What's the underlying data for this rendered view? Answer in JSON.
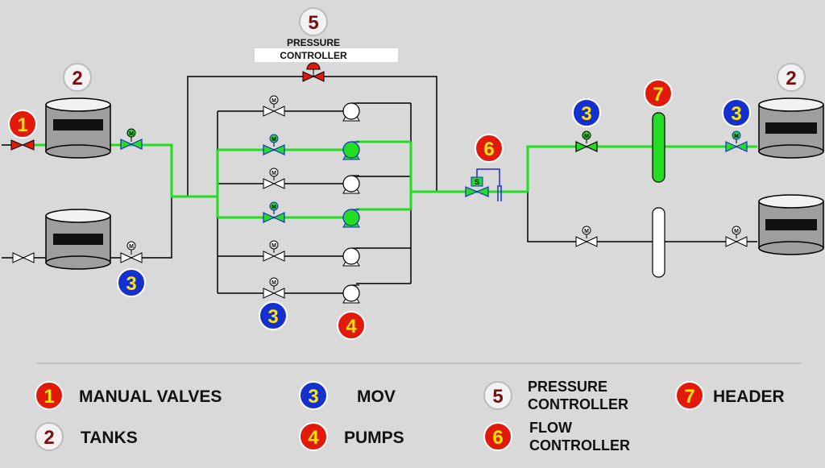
{
  "colors": {
    "background": "#d9d9d9",
    "active_line": "#22dd22",
    "inactive_line": "#000000",
    "manual_valve_badge": "#e11a0c",
    "tank_badge": "#f2f2f2",
    "mov_badge": "#1530d0",
    "pump_badge": "#e11a0c",
    "pressure_controller_badge": "#f2f2f2",
    "flow_controller_badge": "#e11a0c",
    "header_badge": "#e11a0c",
    "badge_number_yellow": "#ffe600",
    "badge_number_dark": "#7a1010"
  },
  "diagram": {
    "pressure_controller_label_line1": "PRESSURE",
    "pressure_controller_label_line2": "CONTROLLER",
    "badges": {
      "manual_valve": "1",
      "tank_left": "2",
      "tank_right": "2",
      "mov_left_bottom": "3",
      "mov_middle_bottom": "3",
      "mov_right_upper": "3",
      "mov_right_tank": "3",
      "pump": "4",
      "pressure_controller": "5",
      "flow_controller": "6",
      "header": "7"
    },
    "motor_symbol": "M",
    "solenoid_symbol": "S"
  },
  "legend": {
    "items": [
      {
        "number": "1",
        "label": "MANUAL VALVES"
      },
      {
        "number": "3",
        "label": "MOV"
      },
      {
        "number": "5",
        "label_line1": "PRESSURE",
        "label_line2": "CONTROLLER"
      },
      {
        "number": "7",
        "label": "HEADER"
      },
      {
        "number": "2",
        "label": "TANKS"
      },
      {
        "number": "4",
        "label": "PUMPS"
      },
      {
        "number": "6",
        "label_line1": "FLOW",
        "label_line2": "CONTROLLER"
      }
    ]
  }
}
